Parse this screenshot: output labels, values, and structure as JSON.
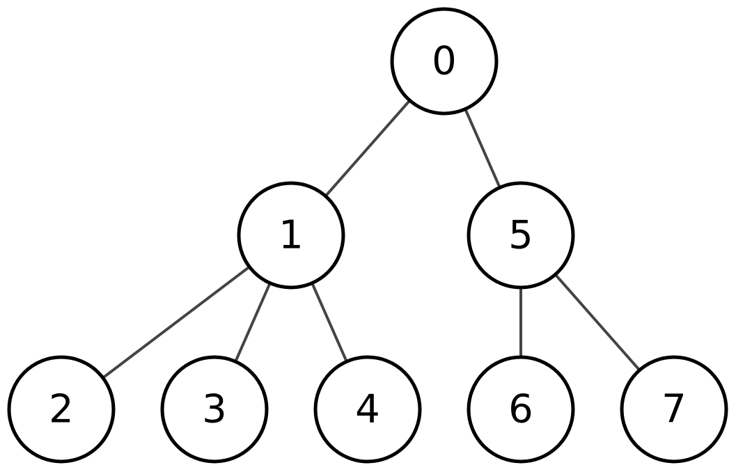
{
  "diagram": {
    "type": "tree",
    "root": "0",
    "nodes": [
      {
        "id": "0",
        "label": "0"
      },
      {
        "id": "1",
        "label": "1"
      },
      {
        "id": "5",
        "label": "5"
      },
      {
        "id": "2",
        "label": "2"
      },
      {
        "id": "3",
        "label": "3"
      },
      {
        "id": "4",
        "label": "4"
      },
      {
        "id": "6",
        "label": "6"
      },
      {
        "id": "7",
        "label": "7"
      }
    ],
    "edges": [
      {
        "from": "0",
        "to": "1"
      },
      {
        "from": "0",
        "to": "5"
      },
      {
        "from": "1",
        "to": "2"
      },
      {
        "from": "1",
        "to": "3"
      },
      {
        "from": "1",
        "to": "4"
      },
      {
        "from": "5",
        "to": "6"
      },
      {
        "from": "5",
        "to": "7"
      }
    ]
  },
  "colors": {
    "edge": "#444444",
    "node_stroke": "#000000",
    "node_fill": "#ffffff",
    "label": "#000000"
  }
}
